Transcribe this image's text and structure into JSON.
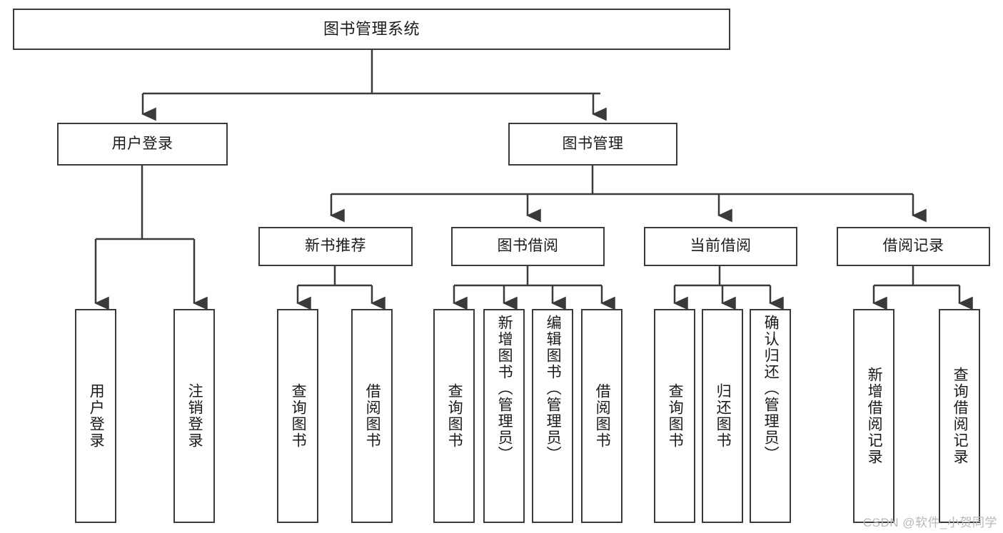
{
  "diagram": {
    "title": "图书管理系统",
    "type": "tree-hierarchy",
    "root": {
      "label": "图书管理系统"
    },
    "level1": [
      {
        "label": "用户登录"
      },
      {
        "label": "图书管理"
      }
    ],
    "level2": [
      {
        "label": "新书推荐"
      },
      {
        "label": "图书借阅"
      },
      {
        "label": "当前借阅"
      },
      {
        "label": "借阅记录"
      }
    ],
    "leaves": {
      "user_login": [
        {
          "label": "用户登录"
        },
        {
          "label": "注销登录"
        }
      ],
      "new_book_recommend": [
        {
          "label": "查询图书"
        },
        {
          "label": "借阅图书"
        }
      ],
      "book_borrow": [
        {
          "label": "查询图书"
        },
        {
          "label": "新增图书（管理员）"
        },
        {
          "label": "编辑图书（管理员）"
        },
        {
          "label": "借阅图书"
        }
      ],
      "current_borrow": [
        {
          "label": "查询图书"
        },
        {
          "label": "归还图书"
        },
        {
          "label": "确认归还（管理员）"
        }
      ],
      "borrow_record": [
        {
          "label": "新增借阅记录"
        },
        {
          "label": "查询借阅记录"
        }
      ]
    }
  },
  "watermark": {
    "text": "CSDN @软件_小贺同学"
  },
  "colors": {
    "stroke": "#3a3a3a",
    "text": "#1a1a1a",
    "background": "#ffffff",
    "watermark": "#b9b9b9"
  }
}
